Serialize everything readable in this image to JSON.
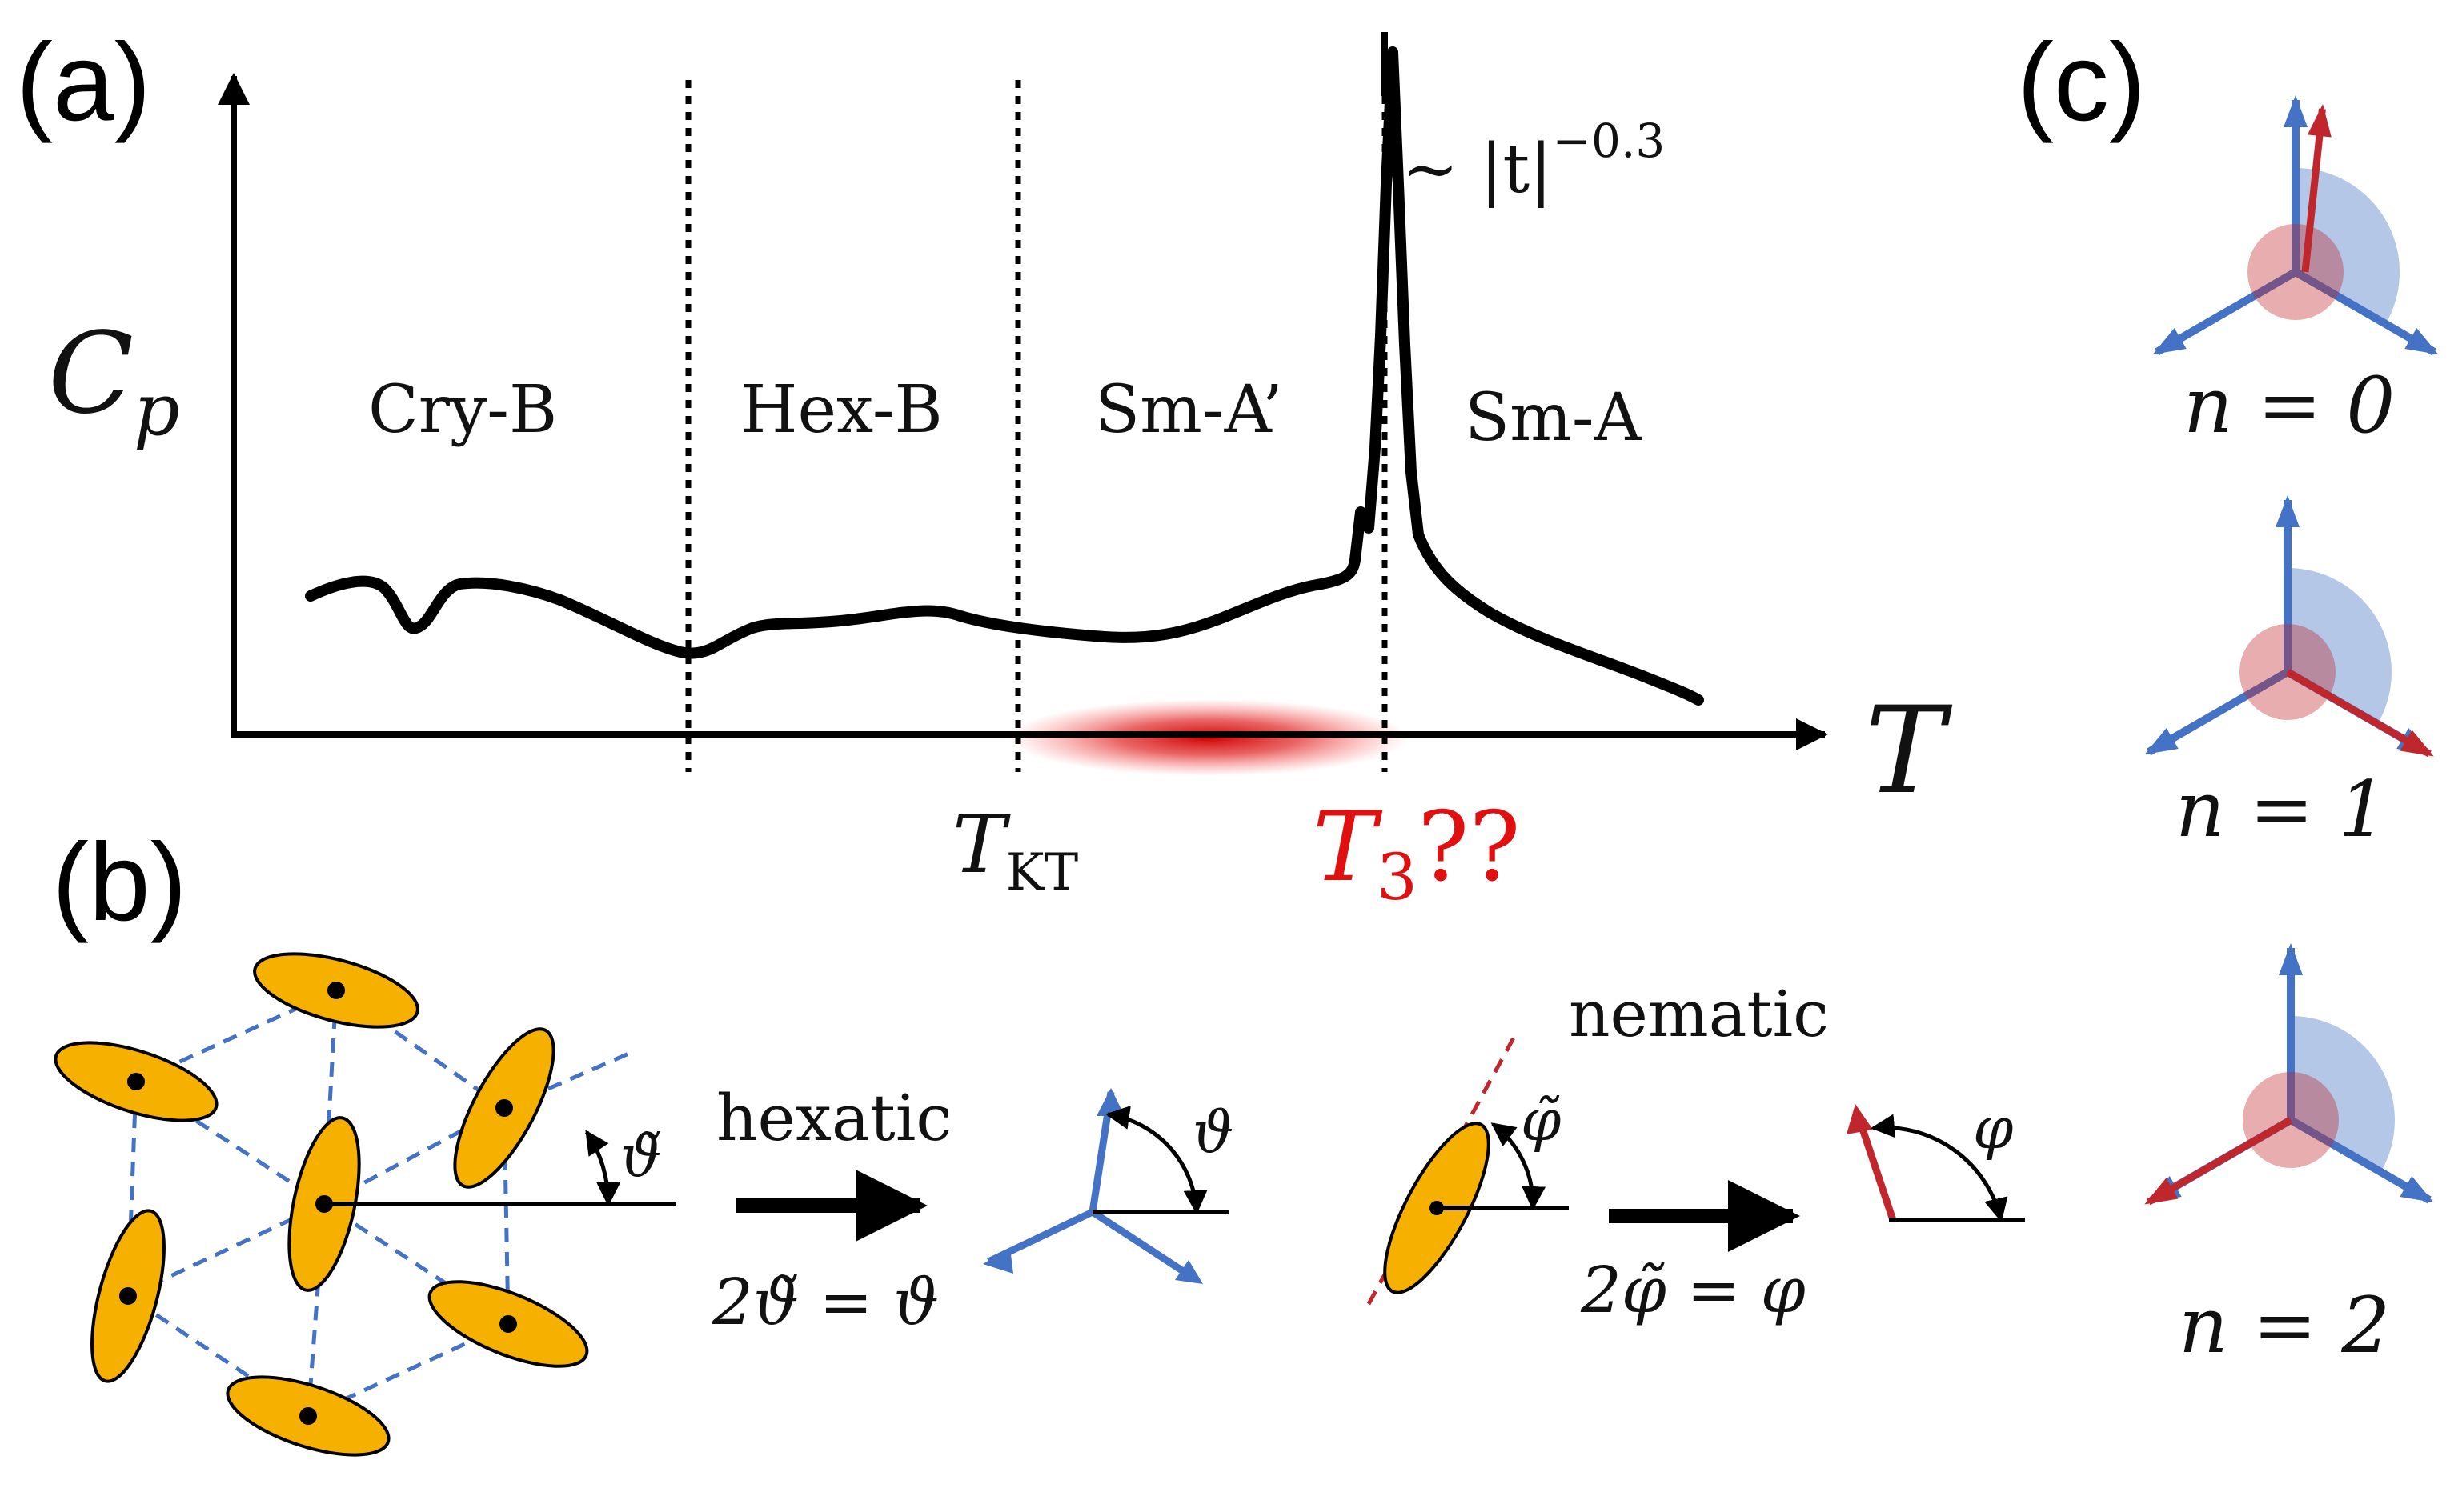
{
  "panels": {
    "a": {
      "label": "(a)",
      "y_axis_label": "C",
      "y_axis_sub": "p",
      "x_axis_label": "T",
      "phases": [
        "Cry-B",
        "Hex-B",
        "Sm-A’",
        "Sm-A"
      ],
      "peak_annotation_prefix": "∼ |t|",
      "peak_annotation_exponent": "−0.3",
      "t_kt_main": "T",
      "t_kt_sub": "KT",
      "t3_main": "T",
      "t3_sub": "3",
      "t3_suffix": "??",
      "t3_color": "#e01010"
    },
    "b": {
      "label": "(b)",
      "hexatic_label": "hexatic",
      "nematic_label": "nematic",
      "theta_tilde": "ϑ̃",
      "theta": "ϑ",
      "phi_tilde": "φ̃",
      "phi": "φ",
      "hex_relation": "2ϑ̃ = ϑ",
      "nem_relation": "2φ̃ = φ",
      "ellipse_color": "#f5b000",
      "lattice_color": "#4472c4"
    },
    "c": {
      "label": "(c)",
      "states": [
        {
          "text": "n = 0",
          "red_angle_deg": 84
        },
        {
          "text": "n = 1",
          "red_angle_deg": -30
        },
        {
          "text": "n = 2",
          "red_angle_deg": 210
        }
      ],
      "blue_color": "#4472c4",
      "red_color": "#c0272d"
    }
  }
}
